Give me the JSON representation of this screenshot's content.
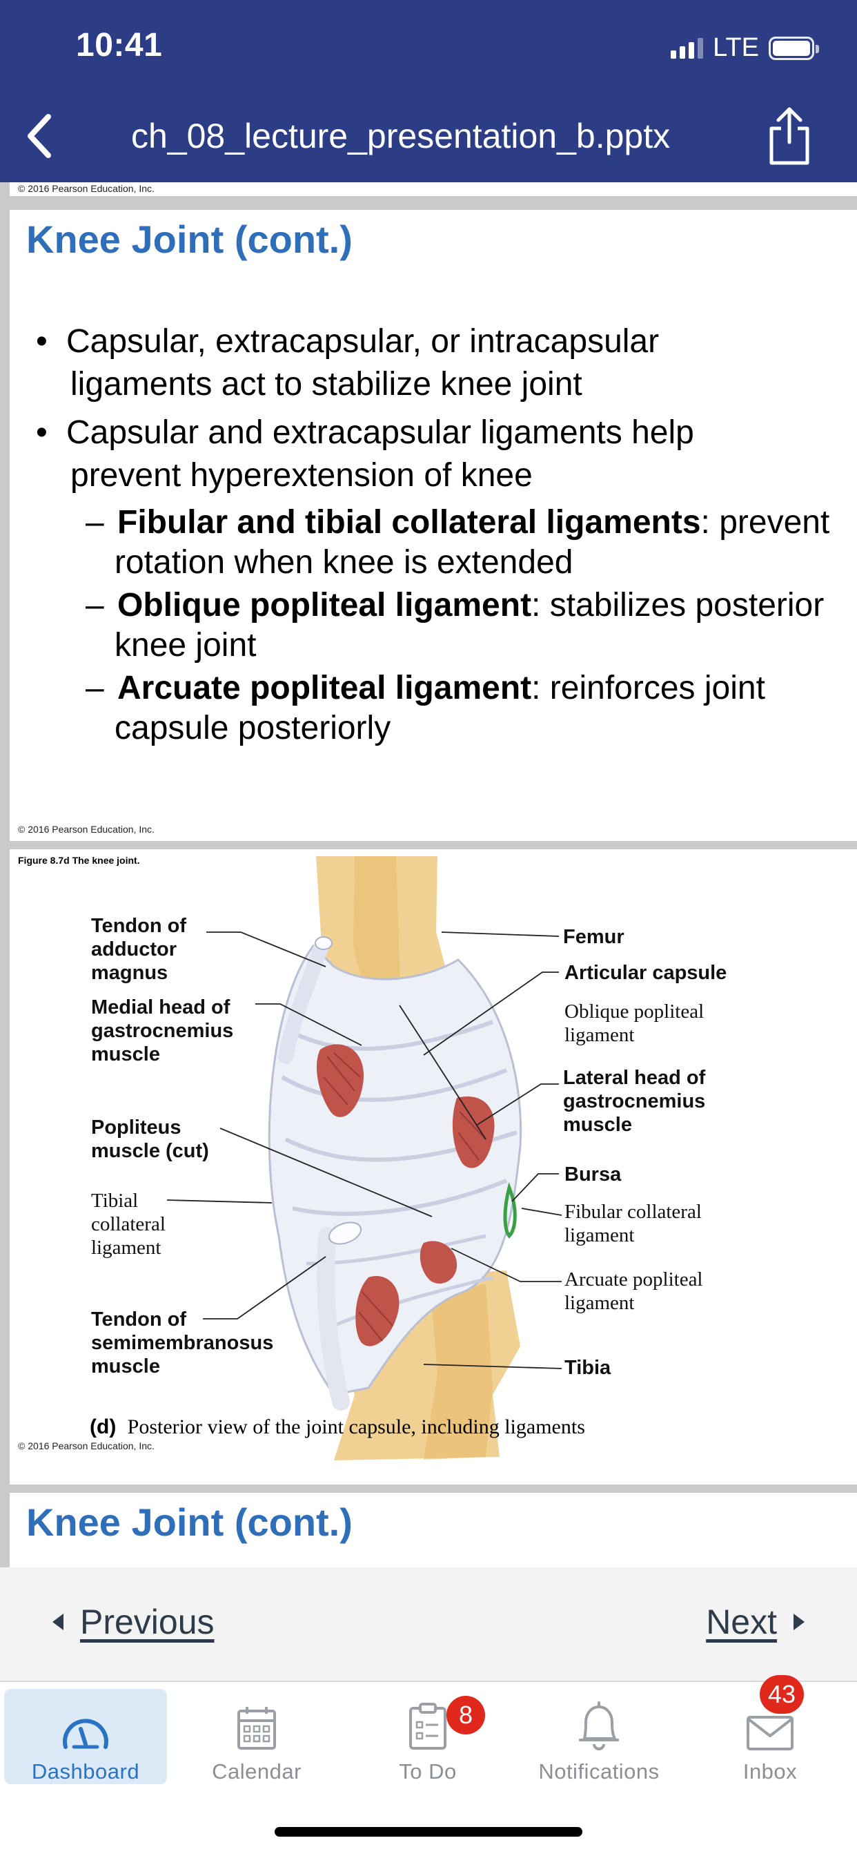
{
  "status_bar": {
    "time": "10:41",
    "network": "LTE"
  },
  "nav": {
    "title": "ch_08_lecture_presentation_b.pptx",
    "back_icon": "chevron-left-icon",
    "share_icon": "share-icon"
  },
  "copyright": "© 2016 Pearson Education, Inc.",
  "slide_text": {
    "title": "Knee Joint (cont.)",
    "bullets": [
      {
        "line1": "Capsular, extracapsular, or intracapsular",
        "line2": "ligaments act to stabilize knee joint"
      },
      {
        "line1": "Capsular and extracapsular ligaments help",
        "line2": "prevent hyperextension of knee"
      }
    ],
    "sub_bullets": [
      {
        "term": "Fibular and tibial collateral ligaments",
        "rest1": ": prevent",
        "line2": "rotation when knee is extended"
      },
      {
        "term": "Oblique popliteal ligament",
        "rest1": ": stabilizes posterior",
        "line2": "knee joint"
      },
      {
        "term": "Arcuate popliteal ligament",
        "rest1": ": reinforces joint",
        "line2": "capsule posteriorly"
      }
    ]
  },
  "figure": {
    "caption": "Figure 8.7d The knee joint.",
    "labels_left": {
      "adductor": [
        "Tendon of",
        "adductor",
        "magnus"
      ],
      "medial_head": [
        "Medial head of",
        "gastrocnemius",
        "muscle"
      ],
      "popliteus": [
        "Popliteus",
        "muscle (cut)"
      ],
      "tibial_collateral": [
        "Tibial",
        "collateral",
        "ligament"
      ],
      "semimembranosus": [
        "Tendon of",
        "semimembranosus",
        "muscle"
      ]
    },
    "labels_right": {
      "femur": "Femur",
      "articular_capsule": "Articular capsule",
      "oblique": [
        "Oblique popliteal",
        "ligament"
      ],
      "lateral_head": [
        "Lateral head of",
        "gastrocnemius",
        "muscle"
      ],
      "bursa": "Bursa",
      "fibular_collateral": [
        "Fibular collateral",
        "ligament"
      ],
      "arcuate": [
        "Arcuate popliteal",
        "ligament"
      ],
      "tibia": "Tibia"
    },
    "view_letter": "(d)",
    "view_text": "Posterior view of the joint capsule, including ligaments"
  },
  "next_slide": {
    "title": "Knee Joint (cont.)"
  },
  "pager": {
    "previous": "Previous",
    "next": "Next"
  },
  "tabs": [
    {
      "label": "Dashboard",
      "icon": "dashboard-gauge-icon",
      "active": true
    },
    {
      "label": "Calendar",
      "icon": "calendar-icon"
    },
    {
      "label": "To Do",
      "icon": "todo-clipboard-icon",
      "badge": "8"
    },
    {
      "label": "Notifications",
      "icon": "bell-icon"
    },
    {
      "label": "Inbox",
      "icon": "envelope-icon",
      "badge": "43"
    }
  ],
  "colors": {
    "nav_bar": "#2c3d86",
    "slide_title": "#2f6fba",
    "active_tab": "#2a73c2",
    "badge": "#e0281c"
  }
}
